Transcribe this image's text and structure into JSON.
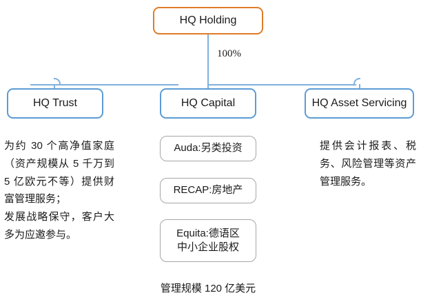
{
  "diagram": {
    "root": {
      "label": "HQ Holding",
      "border_color": "#E07B26"
    },
    "ownership_label": "100%",
    "divisions": [
      {
        "key": "hq-trust",
        "label": "HQ Trust",
        "border_color": "#5B9BD5",
        "description": "为约 30 个高净值家庭（资产规模从 5 千万到 5 亿欧元不等）提供财富管理服务；\n发展战略保守，客户大多为应邀参与。"
      },
      {
        "key": "hq-capital",
        "label": "HQ Capital",
        "border_color": "#5B9BD5",
        "units": [
          {
            "key": "auda",
            "label": "Auda:另类投资"
          },
          {
            "key": "recap",
            "label": "RECAP:房地产"
          },
          {
            "key": "equita",
            "label": "Equita:德语区\n中小企业股权"
          }
        ],
        "caption": "管理规模 120 亿美元"
      },
      {
        "key": "hq-asset-servicing",
        "label": "HQ Asset Servicing",
        "border_color": "#5B9BD5",
        "description": "提供会计报表、税务、风险管理等资产管理服务。"
      }
    ],
    "connector_color": "#7FB0DF",
    "unit_border_color": "#A6A6A6"
  }
}
